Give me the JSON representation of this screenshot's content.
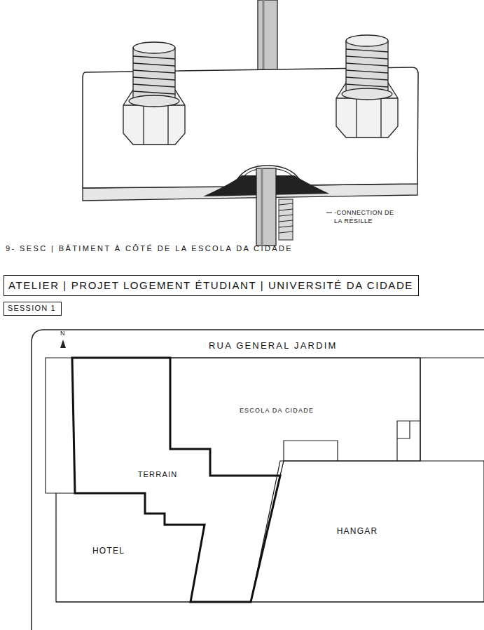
{
  "diagram": {
    "title": "ATELIER | PROJET LOGEMENT ÉTUDIANT | UNIVERSITÉ DA CIDADE",
    "nodes": [
      {
        "text": [
          "SESSION 1"
        ]
      },
      {
        "text": [
          "ESCOLA DA CIDADE"
        ]
      },
      {
        "text": [
          "TERRAIN"
        ]
      },
      {
        "text": [
          "HANGAR"
        ]
      },
      {
        "text": [
          "HOTEL"
        ]
      }
    ],
    "labels": [
      "-CONNECTION DE LA RÉSILLE",
      "9- SESC | BÂTIMENT À CÔTÉ DE LA ESCOLA DA CIDADE",
      "N",
      "RUA GENERAL JARDIM"
    ]
  }
}
